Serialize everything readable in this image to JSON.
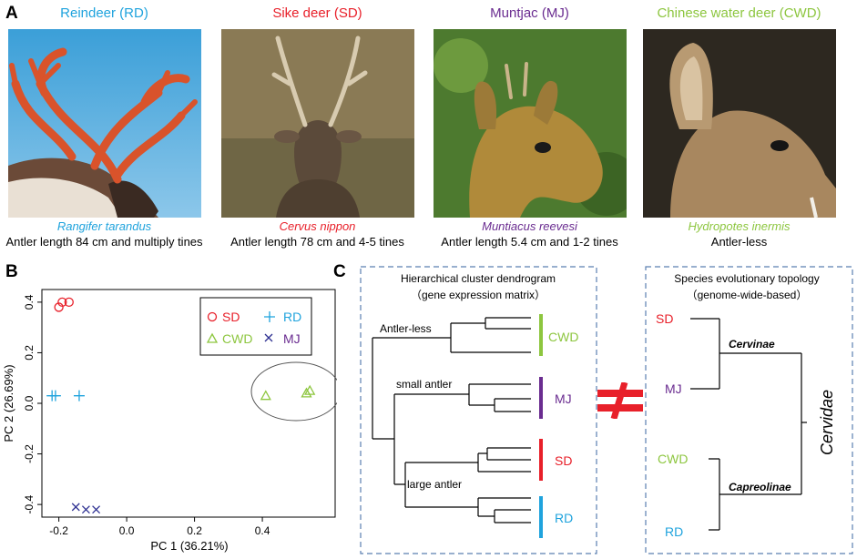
{
  "panels": {
    "a": "A",
    "b": "B",
    "c": "C"
  },
  "species": [
    {
      "title": "Reindeer (RD)",
      "color": "#1fa3dd",
      "latin": "Rangifer tarandus",
      "desc": "Antler length 84 cm and multiply tines"
    },
    {
      "title": "Sike deer (SD)",
      "color": "#e8202a",
      "latin": "Cervus nippon",
      "desc": "Antler length 78 cm and 4-5 tines"
    },
    {
      "title": "Muntjac (MJ)",
      "color": "#6a2c90",
      "latin": "Muntiacus reevesi",
      "desc": "Antler length 5.4 cm and 1-2 tines"
    },
    {
      "title": "Chinese water deer (CWD)",
      "color": "#8dc63f",
      "latin": "Hydropotes inermis",
      "desc": "Antler-less"
    }
  ],
  "chart_data": {
    "type": "scatter",
    "xlabel": "PC 1 (36.21%)",
    "ylabel": "PC 2 (26.69%)",
    "xlim": [
      -0.25,
      0.62
    ],
    "ylim": [
      -0.45,
      0.45
    ],
    "xticks": [
      "-0.2",
      "0.0",
      "0.2",
      "0.4"
    ],
    "yticks": [
      "-0.4",
      "-0.2",
      "0.0",
      "0.2",
      "0.4"
    ],
    "legend_position": "top-right",
    "series": [
      {
        "name": "SD",
        "marker": "circle",
        "color": "#e8202a",
        "points": [
          [
            -0.2,
            0.38
          ],
          [
            -0.19,
            0.4
          ],
          [
            -0.17,
            0.4
          ]
        ]
      },
      {
        "name": "RD",
        "marker": "plus",
        "color": "#1fa3dd",
        "points": [
          [
            -0.22,
            0.03
          ],
          [
            -0.21,
            0.03
          ],
          [
            -0.14,
            0.03
          ]
        ]
      },
      {
        "name": "CWD",
        "marker": "triangle",
        "color": "#8dc63f",
        "points": [
          [
            0.41,
            0.03
          ],
          [
            0.53,
            0.04
          ],
          [
            0.54,
            0.05
          ]
        ]
      },
      {
        "name": "MJ",
        "marker": "x",
        "color": "#2e3192",
        "points": [
          [
            -0.15,
            -0.41
          ],
          [
            -0.12,
            -0.42
          ],
          [
            -0.09,
            -0.42
          ]
        ]
      }
    ]
  },
  "dendrogram": {
    "title": "Hierarchical cluster dendrogram",
    "subtitle": "（gene expression matrix）",
    "labels": {
      "antlerless": "Antler-less",
      "small": "small  antler",
      "large": "large  antler"
    },
    "groups": [
      {
        "name": "CWD",
        "color": "#8dc63f"
      },
      {
        "name": "MJ",
        "color": "#6a2c90"
      },
      {
        "name": "SD",
        "color": "#e8202a"
      },
      {
        "name": "RD",
        "color": "#1fa3dd"
      }
    ]
  },
  "neq": {
    "color": "#e8202a"
  },
  "topology": {
    "title": "Species evolutionary topology",
    "subtitle": "（genome-wide-based）",
    "leaves": [
      {
        "name": "SD",
        "color": "#e8202a"
      },
      {
        "name": "MJ",
        "color": "#6a2c90"
      },
      {
        "name": "CWD",
        "color": "#8dc63f"
      },
      {
        "name": "RD",
        "color": "#1fa3dd"
      }
    ],
    "clade_upper": "Cervinae",
    "clade_lower": "Capreolinae",
    "family": "Cervidae"
  }
}
